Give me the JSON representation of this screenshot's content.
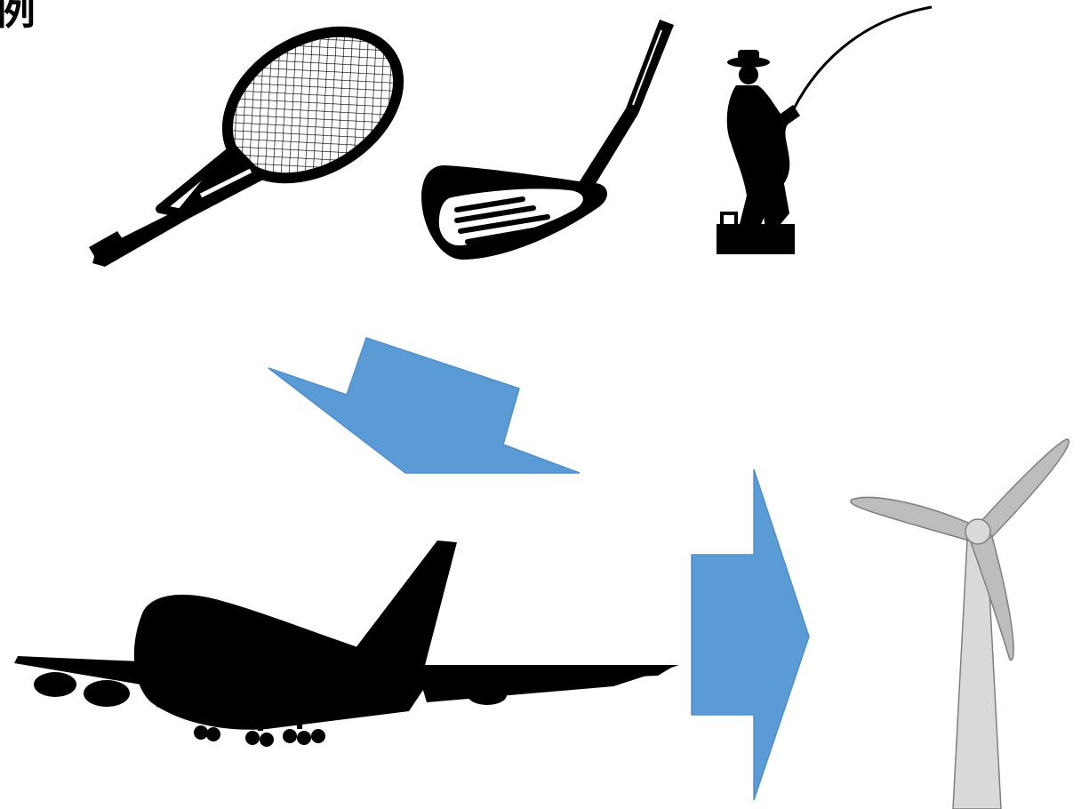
{
  "corner_text": "例",
  "colors": {
    "silhouette": "#000000",
    "arrow_fill": "#5B9BD5",
    "arrow_stroke": "#4F8FCB",
    "turbine_blade": "#BDBDBD",
    "turbine_tower": "#D9D9D9",
    "turbine_outline": "#7F7F7F"
  },
  "icons": [
    "tennis-racket-icon",
    "golf-club-icon",
    "fisherman-icon",
    "airplane-icon",
    "wind-turbine-icon"
  ],
  "arrows": [
    "down-left-arrow",
    "right-arrow"
  ]
}
